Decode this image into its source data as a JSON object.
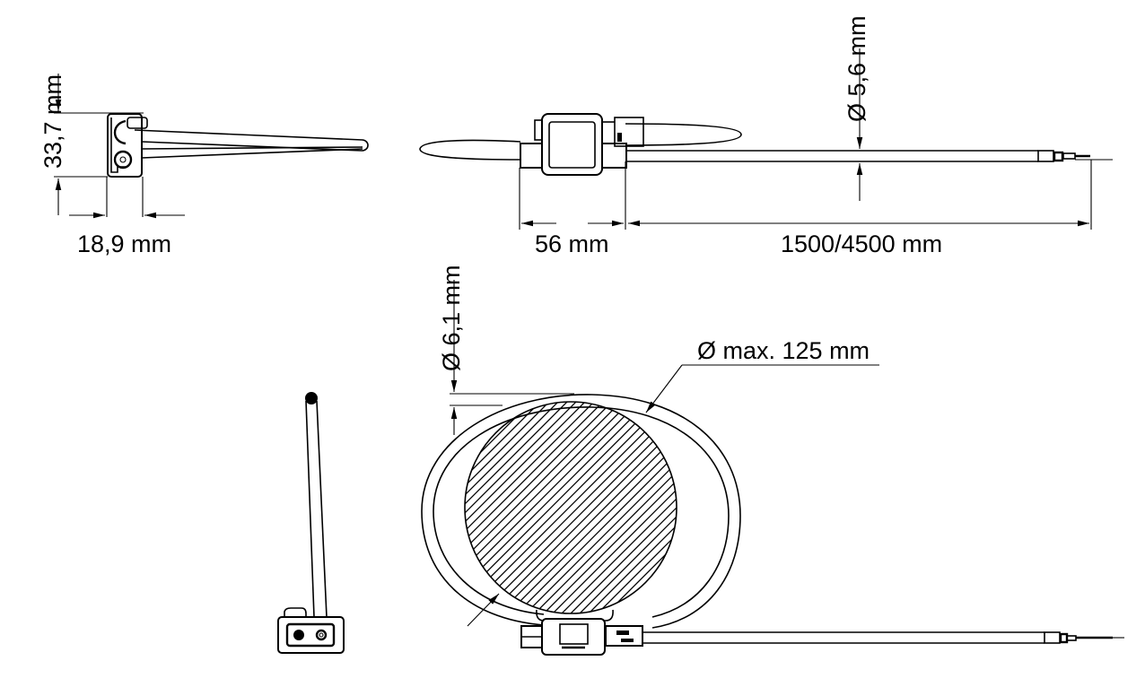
{
  "drawing": {
    "title": "Rogowski coil dimension drawing",
    "colors": {
      "line": "#000000",
      "background": "#ffffff"
    }
  },
  "side_view": {
    "height_label": "33,7 mm",
    "width_label": "18,9 mm"
  },
  "top_view": {
    "cable_diameter_label": "Ø 5,6 mm",
    "module_length_label": "56 mm",
    "cable_length_label": "1500/4500 mm"
  },
  "coil_view": {
    "coil_diameter_label": "Ø 6,1 mm",
    "max_diameter_label": "Ø max. 125 mm"
  },
  "end_view": {
    "label": ""
  }
}
